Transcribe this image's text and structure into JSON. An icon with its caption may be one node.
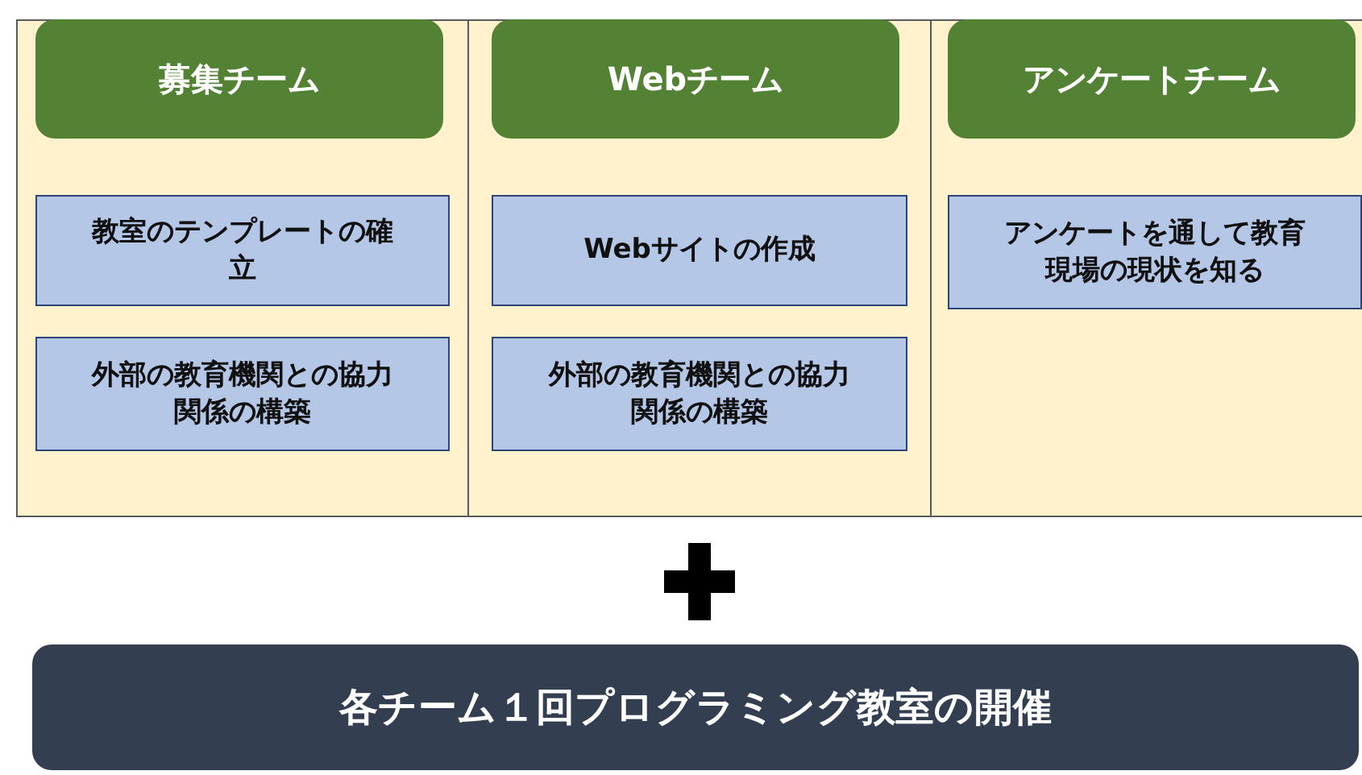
{
  "diagram": {
    "nodes": [
      {
        "text": [],
        "shape": "box"
      },
      {
        "text": [
          "募集チーム"
        ],
        "in": 0
      },
      {
        "text": [
          "教室のテンプレートの確立"
        ],
        "in": 0
      },
      {
        "text": [
          "外部の教育機関との協力関係の構築"
        ],
        "in": 0
      },
      {
        "text": [],
        "shape": "box"
      },
      {
        "text": [
          "Webチーム"
        ],
        "in": 4
      },
      {
        "text": [
          "Webサイトの作成"
        ],
        "in": 4
      },
      {
        "text": [
          "外部の教育機関との協力関係の構築"
        ],
        "in": 4
      },
      {
        "text": [],
        "shape": "box"
      },
      {
        "text": [
          "アンケートチーム"
        ],
        "in": 8
      },
      {
        "text": [
          "アンケートを通して教育現場の現状を知る"
        ],
        "in": 8
      },
      {
        "text": [
          "各チーム１回プログラミング教室の開催"
        ]
      }
    ]
  }
}
